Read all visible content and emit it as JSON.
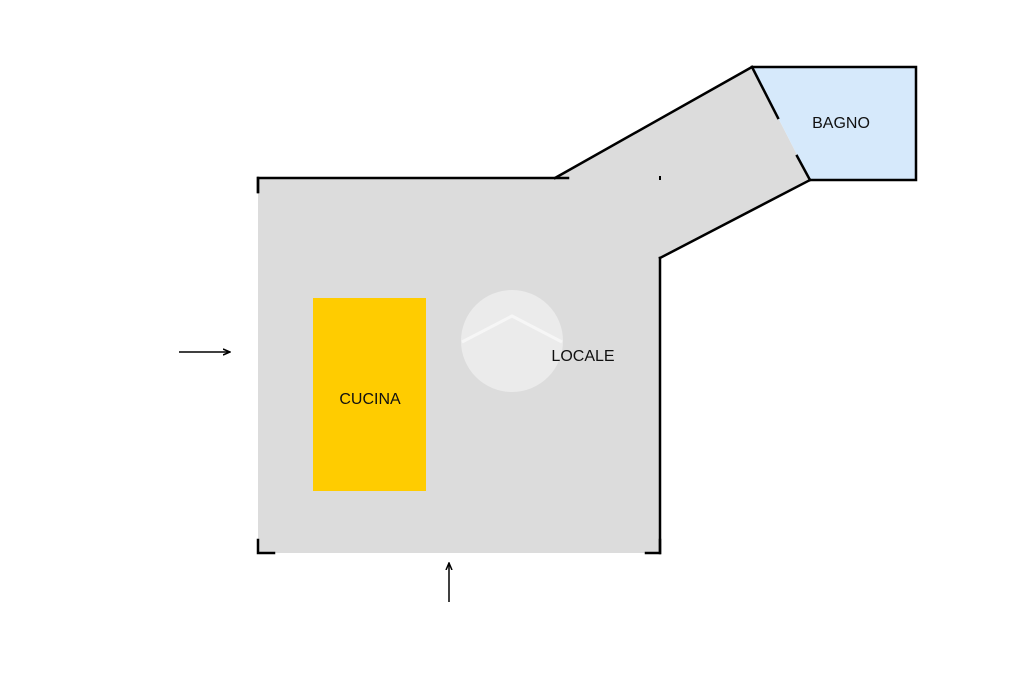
{
  "plan": {
    "rooms": {
      "locale": {
        "label": "LOCALE",
        "fill": "#dcdcdc"
      },
      "cucina": {
        "label": "CUCINA",
        "fill": "#ffcc00"
      },
      "bagno": {
        "label": "BAGNO",
        "fill": "#d6e9fb"
      }
    },
    "wall_color": "#000000",
    "entrances": [
      {
        "name": "entrance-arrow-west",
        "direction": "east"
      },
      {
        "name": "entrance-arrow-south",
        "direction": "north"
      }
    ],
    "watermark": {
      "icon": "house-logo-icon",
      "color": "#ebebeb"
    }
  }
}
